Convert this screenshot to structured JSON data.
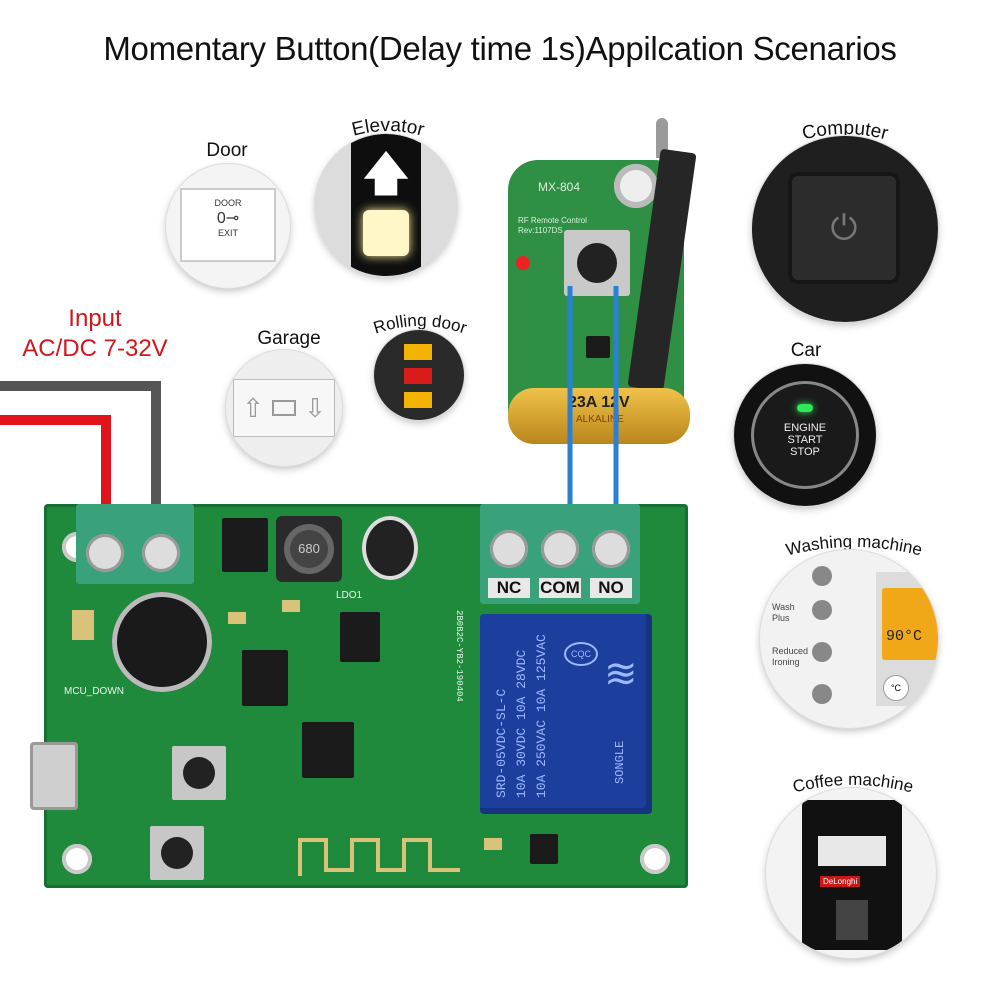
{
  "title": "Momentary Button(Delay time 1s)Appilcation Scenarios",
  "input": {
    "line1": "Input",
    "line2": "AC/DC 7-32V"
  },
  "scenarios": {
    "door": {
      "label": "Door",
      "plate_top": "DOOR",
      "plate_bottom": "EXIT"
    },
    "elevator": {
      "label": "Elevator"
    },
    "garage": {
      "label": "Garage"
    },
    "rolling_door": {
      "label": "Rolling door"
    },
    "computer": {
      "label": "Computer"
    },
    "car": {
      "label": "Car",
      "button_line1": "ENGINE",
      "button_line2": "START",
      "button_line3": "STOP"
    },
    "washing": {
      "label": "Washing machine",
      "opt1": "Wash",
      "opt2": "Plus",
      "opt3": "Reduced",
      "opt4": "Ironing",
      "display": "90°C",
      "unit": "°C"
    },
    "coffee": {
      "label": "Coffee machine",
      "brand": "DeLonghi"
    }
  },
  "remote": {
    "model": "MX-804",
    "line1": "RF  Remote Control",
    "line2": "Rev:1107DS",
    "battery": "23A 12V",
    "battery_brand": "ALKALINE"
  },
  "terminals": {
    "nc": "NC",
    "com": "COM",
    "no": "NO"
  },
  "board": {
    "mcu_label": "MCU_DOWN",
    "serial": "2B0B2C-YB2-190404",
    "inductor": "680",
    "ldo": "LDO1",
    "relay_lines": [
      "SRD-05VDC-SL-C",
      "10A 30VDC 10A 28VDC",
      "10A 250VAC 10A 125VAC"
    ],
    "relay_brand": "SONGLE",
    "relay_badge": "CQC"
  },
  "colors": {
    "pcb": "#1f8a3c",
    "relay": "#1c3f9e",
    "wire_red": "#e0141a",
    "wire_gray": "#555555",
    "wire_blue": "#2a7fd6",
    "terminal": "#3aa27a"
  }
}
